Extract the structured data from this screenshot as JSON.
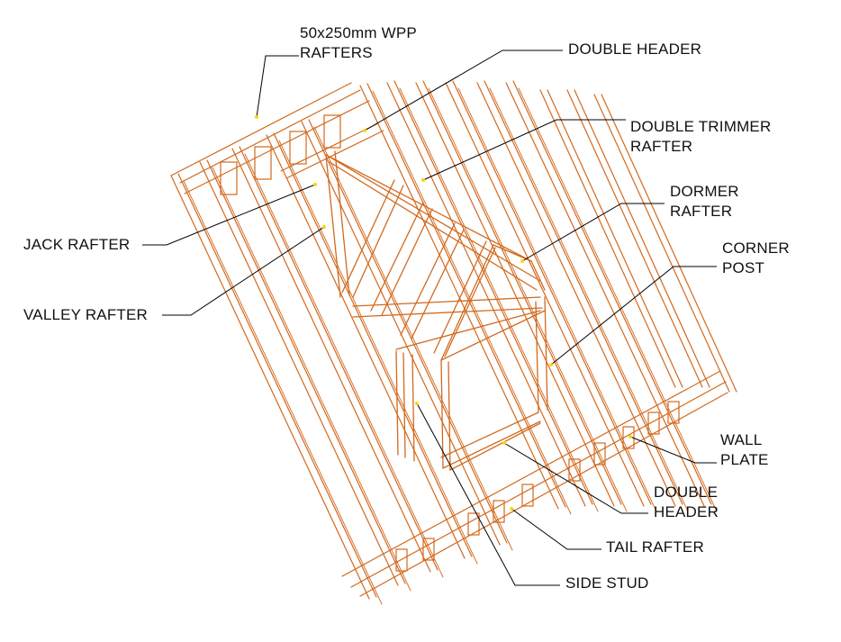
{
  "diagram": {
    "colors": {
      "timber": "#d2691e",
      "leader": "#000000",
      "marker": "#ffd400",
      "background": "#ffffff"
    },
    "labels": {
      "rafters": [
        "50x250mm WPP",
        "RAFTERS"
      ],
      "double_header_top": [
        "DOUBLE HEADER"
      ],
      "double_trimmer": [
        "DOUBLE TRIMMER",
        "RAFTER"
      ],
      "dormer_rafter": [
        "DORMER",
        "RAFTER"
      ],
      "corner_post": [
        "CORNER",
        "POST"
      ],
      "jack_rafter": [
        "JACK RAFTER"
      ],
      "valley_rafter": [
        "VALLEY RAFTER"
      ],
      "wall_plate": [
        "WALL",
        "PLATE"
      ],
      "double_header_bottom": [
        "DOUBLE",
        "HEADER"
      ],
      "tail_rafter": [
        "TAIL RAFTER"
      ],
      "side_stud": [
        "SIDE STUD"
      ]
    }
  }
}
